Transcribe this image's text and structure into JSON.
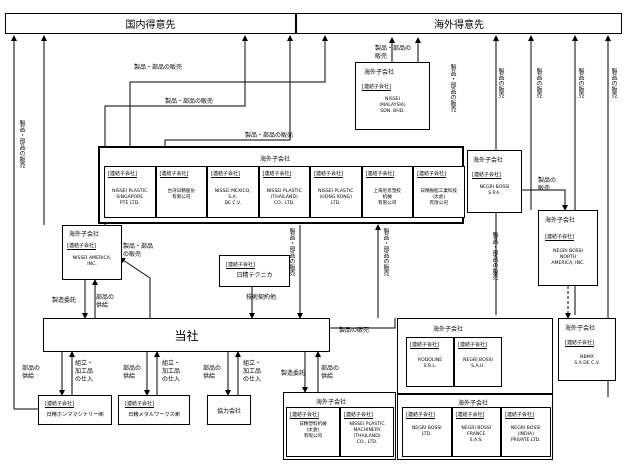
{
  "header": {
    "domestic": "国内得意先",
    "overseas": "海外得意先"
  },
  "labels": {
    "sales_prod_parts": "製品・部品の販売",
    "sales_prod": "製品の販売",
    "supply_prod_parts": "部品の供給",
    "assembly_supply": "製造委託",
    "tech_license": "技術契約他",
    "assembly_purchase": "組立・加工品の仕入",
    "product_sale_short": "製品の\n販売",
    "parts_supply_short": "部品の\n供給",
    "prod_parts_sales_2line": "製品・部品\nの販売",
    "prod_parts_sales_a": "製品・部品の\n販売",
    "assembly_purchase_2line": "組立・\n加工品\nの仕入"
  },
  "company": {
    "title": "当社"
  },
  "groups": {
    "main_group": {
      "title": "海外子会社",
      "items": [
        {
          "sub": "[連結子会社]",
          "name": "NISSEI PLASTIC\nSINGAPORE\nPTE LTD."
        },
        {
          "sub": "[連結子会社]",
          "name": "台湾日精股份\n有限公司"
        },
        {
          "sub": "[連結子会社]",
          "name": "NISSEI MEXICO,\nS.A.\nDE C.V."
        },
        {
          "sub": "[連結子会社]",
          "name": "NISSEI PLASTIC\n(THAILAND)\nCO., LTD."
        },
        {
          "sub": "[連結子会社]",
          "name": "NISSEI PLASTIC\n(HONG KONG)\nLTD."
        },
        {
          "sub": "[連結子会社]",
          "name": "上海尼思塑胶\n机械\n有限公司"
        },
        {
          "sub": "[連結子会社]",
          "name": "日精樹脂工業科技\n(太倉)\n有限公司"
        }
      ]
    },
    "malaysia": {
      "title": "海外子会社",
      "sub": "[連結子会社]",
      "name": "NISSEI\n(MALAYSIA)\nSDN. BHD."
    },
    "negri_spa": {
      "title": "海外子会社",
      "sub": "[連結子会社]",
      "name": "NEGRI BOSSI\nS.P.A."
    },
    "negri_na": {
      "title": "海外子会社",
      "sub": "[連結子会社]",
      "name": "NEGRI BOSSI\nNORTH\nAMERICA, INC."
    },
    "nbmx": {
      "title": "海外子会社",
      "sub": "[連結子会社]",
      "name": "NBMX\nS.A DE C.V."
    },
    "america": {
      "title": "海外子会社",
      "sub": "[連結子会社]",
      "name": "NISSEI AMERICA,\nINC."
    },
    "domestic_sub": {
      "sub": "[連結子会社]",
      "name": "日精テクニカ"
    },
    "europe_a": {
      "title": "海外子会社",
      "items": [
        {
          "sub": "[連結子会社]",
          "name": "RODOLINE\nS.R.L."
        },
        {
          "sub": "[連結子会社]",
          "name": "NEGRI BOSSI\nS.A.U."
        }
      ]
    },
    "europe_b": {
      "title": "海外子会社",
      "items": [
        {
          "sub": "[連結子会社]",
          "name": "NEGRI BOSSI\nLTD."
        },
        {
          "sub": "[連結子会社]",
          "name": "NEGRI BOSSI\nFRANCE\nS.A.S."
        },
        {
          "sub": "[連結子会社]",
          "name": "NEGRI BOSSI\n(INDIA)\nPRIVATE LTD."
        }
      ]
    },
    "bottom_group": {
      "title": "海外子会社",
      "items": [
        {
          "sub": "[連結子会社]",
          "name": "日精塑料机械\n(太倉)\n有限公司"
        },
        {
          "sub": "[連結子会社]",
          "name": "NISSEI PLASTIC\nMACHINERY\n(THAILAND)\nCO., LTD."
        }
      ]
    },
    "bottom_left": [
      {
        "sub": "[連結子会社]",
        "name": "日精ホンママシナリー㈱"
      },
      {
        "sub": "[連結子会社]",
        "name": "日精メタルワークス㈱"
      },
      {
        "sub": "",
        "name": "協力会社"
      }
    ]
  }
}
